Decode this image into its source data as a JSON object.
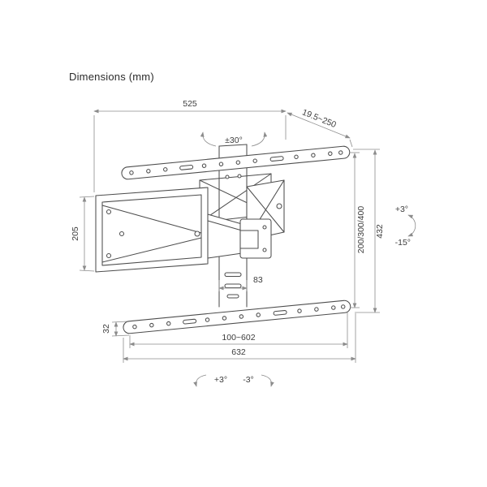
{
  "title": "Dimensions (mm)",
  "dims": {
    "top_width": "525",
    "depth_range": "19.5~250",
    "swivel": "±30°",
    "left_height": "205",
    "vesa_heights": "200/300/400",
    "total_height": "432",
    "tilt_up": "+3°",
    "tilt_down": "-15°",
    "column_width": "83",
    "profile_height": "32",
    "hole_spacing_range": "100~602",
    "rail_length": "632",
    "level_plus": "+3°",
    "level_minus": "-3°"
  }
}
